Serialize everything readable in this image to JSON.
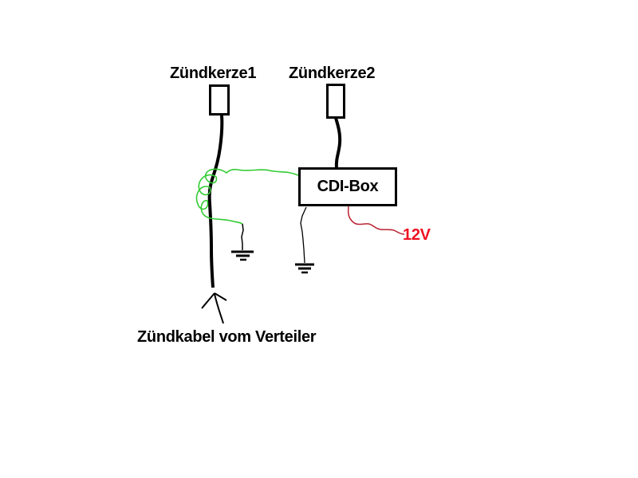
{
  "diagram": {
    "background": "#ffffff",
    "labels": {
      "spark_plug_1": "Zündkerze1",
      "spark_plug_2": "Zündkerze2",
      "cdi_box": "CDI-Box",
      "supply_12v": "12V",
      "ignition_cable": "Zündkabel vom Verteiler"
    },
    "colors": {
      "line_black": "#000000",
      "pickup_wire_green": "#33cc33",
      "supply_wire_red": "#bb2233",
      "supply_label_red": "#ee1122"
    },
    "icons": {
      "ground_symbol": "chassis-ground",
      "arrow": "arrow-pointing-to-ignition-cable"
    }
  }
}
